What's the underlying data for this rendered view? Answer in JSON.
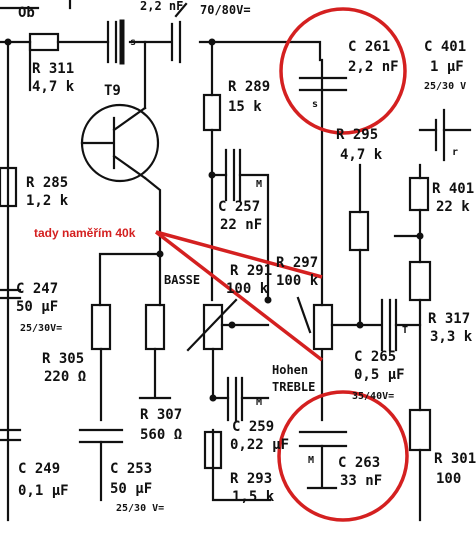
{
  "annotation": {
    "text": "tady naměřím 40k",
    "color": "#d42020"
  },
  "colors": {
    "ink": "#111111",
    "highlight": "#d42020",
    "background": "#ffffff"
  },
  "labels": {
    "top_db": "Ob",
    "top_cap": "2,2 nF",
    "top_voltage": "70/80V=",
    "c261_name": "C 261",
    "c261_value": "2,2 nF",
    "c261_s": "s",
    "c401_name": "C 401",
    "c401_value": "1 µF",
    "c401_voltage": "25/30 V",
    "c401_r": "r",
    "r311_name": "R 311",
    "r311_value": "4,7 k",
    "s_mark1": "s",
    "t9": "T9",
    "r289_name": "R 289",
    "r289_value": "15 k",
    "r295_name": "R 295",
    "r295_value": "4,7 k",
    "r401_name": "R 401",
    "r401_value": "22 k",
    "r285_name": "R 285",
    "r285_value": "1,2 k",
    "c257_name": "C 257",
    "c257_value": "22 nF",
    "c257_m": "M",
    "basse": "BASSE",
    "r291_name": "R 291",
    "r291_value": "100 k",
    "r297_name": "R 297",
    "r297_value": "100 k",
    "c247_name": "C 247",
    "c247_value": "50 µF",
    "c247_voltage": "25/30V=",
    "r317_name": "R 317",
    "r317_value": "3,3 k",
    "r305_name": "R 305",
    "r305_value": "220 Ω",
    "hohen": "Hohen",
    "treble": "TREBLE",
    "c265_name": "C 265",
    "c265_value": "0,5 µF",
    "c265_voltage": "35/40V=",
    "t_mark": "T",
    "r307_name": "R 307",
    "r307_value": "560 Ω",
    "c259_name": "C 259",
    "c259_value": "0,22 µF",
    "c259_m": "M",
    "c263_name": "C 263",
    "c263_value": "33 nF",
    "c263_m": "M",
    "c249_name": "C 249",
    "c249_value": "0,1 µF",
    "c253_name": "C 253",
    "c253_value": "50 µF",
    "c253_voltage": "25/30 V=",
    "r293_name": "R 293",
    "r293_value": "1,5 k",
    "r301_name": "R 301",
    "r301_value": "100"
  }
}
